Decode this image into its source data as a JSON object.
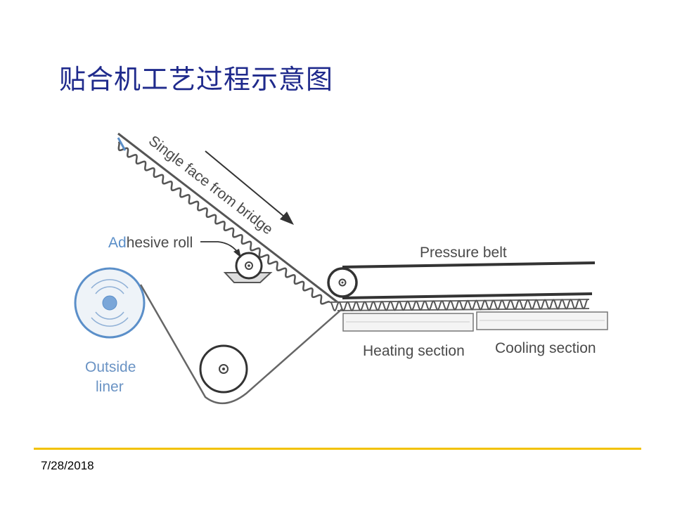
{
  "title": "贴合机工艺过程示意图",
  "diagram": {
    "labels": {
      "single_face": "Single face from bridge",
      "adhesive_roll_prefix": "Ad",
      "adhesive_roll_suffix": "hesive roll",
      "pressure_belt": "Pressure belt",
      "heating_section": "Heating section",
      "cooling_section": "Cooling section",
      "outside_liner_line1": "Outside",
      "outside_liner_line2": "liner"
    },
    "colors": {
      "blue": "#5b8fc9",
      "line": "#555555",
      "title": "#1f2a8c",
      "accent": "#f2c200"
    }
  },
  "footer": {
    "date": "7/28/2018"
  }
}
